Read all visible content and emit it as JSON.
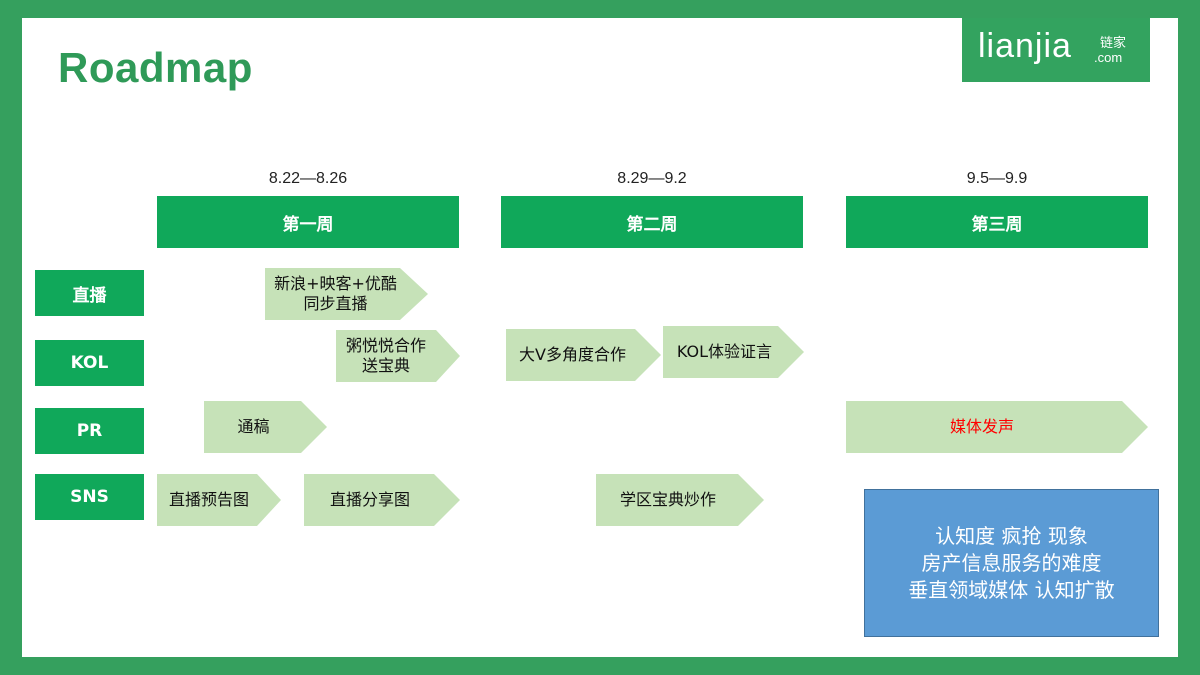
{
  "title": "Roadmap",
  "logo": {
    "word": "lianjia",
    "cn": "链家",
    "domain": ".com"
  },
  "weeks": [
    {
      "date": "8.22—8.26",
      "label": "第一周"
    },
    {
      "date": "8.29—9.2",
      "label": "第二周"
    },
    {
      "date": "9.5—9.9",
      "label": "第三周"
    }
  ],
  "rows": [
    "直播",
    "KOL",
    "PR",
    "SNS"
  ],
  "tasks": {
    "zhibo_1": [
      "新浪+映客+优酷",
      "同步直播"
    ],
    "kol_1": [
      "粥悦悦合作",
      "送宝典"
    ],
    "kol_2": "大V多角度合作",
    "kol_3": "KOL体验证言",
    "pr_1": "通稿",
    "pr_2": "媒体发声",
    "sns_1": "直播预告图",
    "sns_2": "直播分享图",
    "sns_3": "学区宝典炒作"
  },
  "note": [
    "认知度 疯抢  现象",
    "房产信息服务的难度",
    "垂直领域媒体  认知扩散"
  ],
  "colors": {
    "frame": "#35a05e",
    "header": "#10a85a",
    "arrow": "#c6e2b8",
    "note": "#5b9bd5",
    "highlight": "#ff0000"
  }
}
